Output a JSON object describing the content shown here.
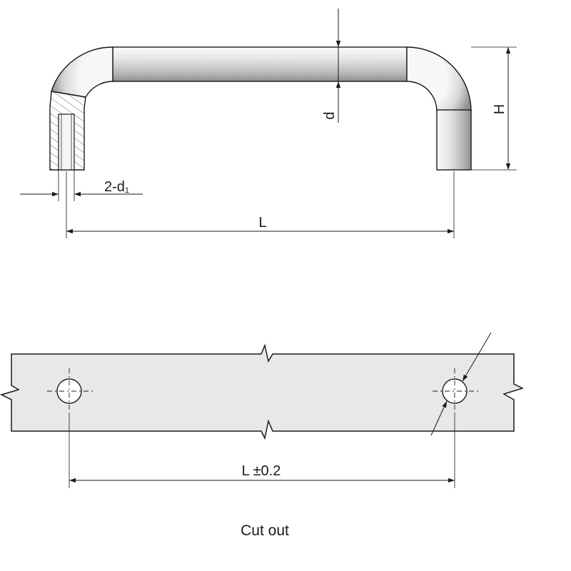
{
  "handle_view": {
    "dimensions": {
      "diameter": "d",
      "height": "H",
      "hole": "2-d",
      "hole_sub": "1",
      "length": "L"
    }
  },
  "cutout_view": {
    "dimensions": {
      "length_tol": "L ±0.2"
    }
  },
  "caption": "Cut out",
  "colors": {
    "line": "#1a1a1a",
    "fill_light": "#efefef",
    "fill_mid": "#d2d2d2",
    "fill_dark": "#9a9a9a",
    "plate": "#e8e8e8"
  }
}
